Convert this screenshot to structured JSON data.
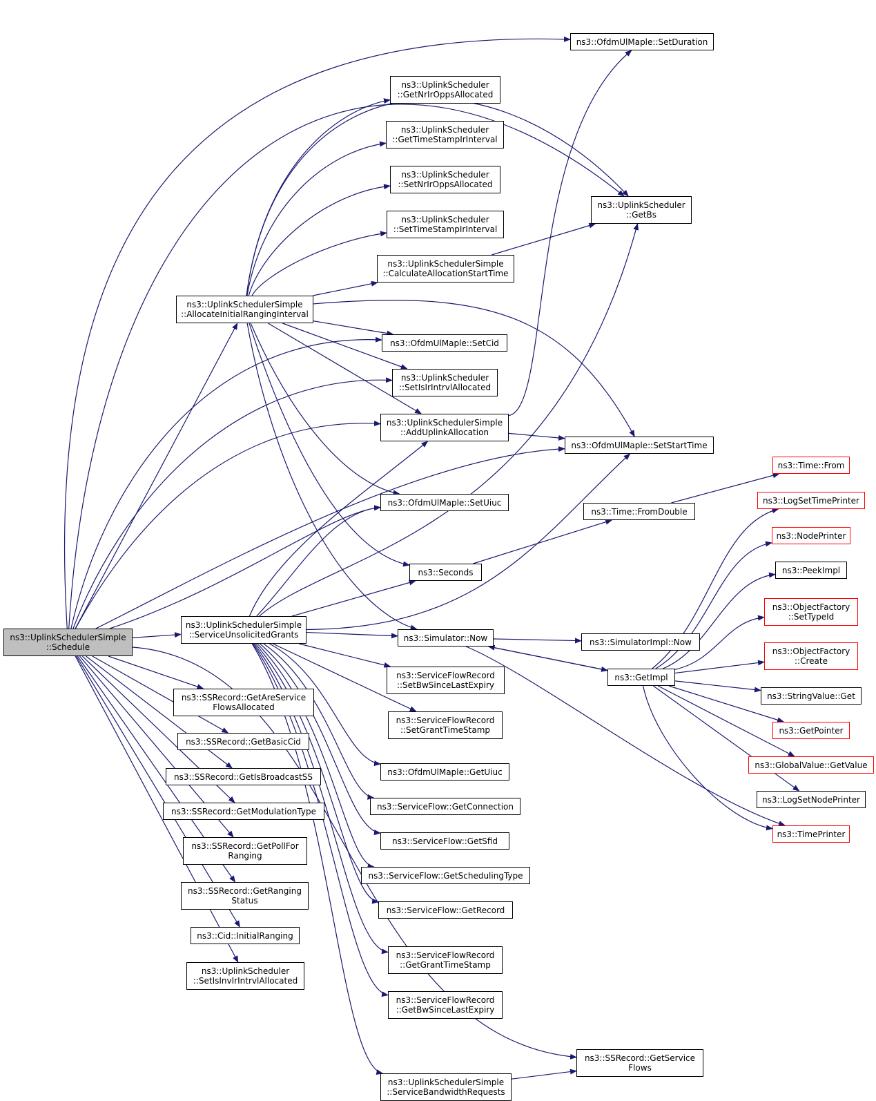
{
  "nodes": {
    "schedule": [
      "ns3::UplinkSchedulerSimple",
      "::Schedule"
    ],
    "allocateInitial": [
      "ns3::UplinkSchedulerSimple",
      "::AllocateInitialRangingInterval"
    ],
    "serviceUnsolicited": [
      "ns3::UplinkSchedulerSimple",
      "::ServiceUnsolicitedGrants"
    ],
    "getAreServiceFlows": [
      "ns3::SSRecord::GetAreService",
      "FlowsAllocated"
    ],
    "getBasicCid": [
      "ns3::SSRecord::GetBasicCid"
    ],
    "getIsBroadcastSS": [
      "ns3::SSRecord::GetIsBroadcastSS"
    ],
    "getModulationType": [
      "ns3::SSRecord::GetModulationType"
    ],
    "getPollForRanging": [
      "ns3::SSRecord::GetPollFor",
      "Ranging"
    ],
    "getRangingStatus": [
      "ns3::SSRecord::GetRanging",
      "Status"
    ],
    "initialRanging": [
      "ns3::Cid::InitialRanging"
    ],
    "setIsInvIrIntrvl": [
      "ns3::UplinkScheduler",
      "::SetIsInvIrIntrvlAllocated"
    ],
    "getNrIrOpps": [
      "ns3::UplinkScheduler",
      "::GetNrIrOppsAllocated"
    ],
    "getTimeStampIr": [
      "ns3::UplinkScheduler",
      "::GetTimeStampIrInterval"
    ],
    "setNrIrOpps": [
      "ns3::UplinkScheduler",
      "::SetNrIrOppsAllocated"
    ],
    "setTimeStampIr": [
      "ns3::UplinkScheduler",
      "::SetTimeStampIrInterval"
    ],
    "calcAllocStart": [
      "ns3::UplinkSchedulerSimple",
      "::CalculateAllocationStartTime"
    ],
    "setCid": [
      "ns3::OfdmUlMaple::SetCid"
    ],
    "setIsIrIntrvl": [
      "ns3::UplinkScheduler",
      "::SetIsIrIntrvlAllocated"
    ],
    "addUplinkAlloc": [
      "ns3::UplinkSchedulerSimple",
      "::AddUplinkAllocation"
    ],
    "setUiuc": [
      "ns3::OfdmUlMaple::SetUiuc"
    ],
    "seconds": [
      "ns3::Seconds"
    ],
    "simNow": [
      "ns3::Simulator::Now"
    ],
    "setBwSince": [
      "ns3::ServiceFlowRecord",
      "::SetBwSinceLastExpiry"
    ],
    "setGrantTs": [
      "ns3::ServiceFlowRecord",
      "::SetGrantTimeStamp"
    ],
    "getUiuc": [
      "ns3::OfdmUlMaple::GetUiuc"
    ],
    "getConnection": [
      "ns3::ServiceFlow::GetConnection"
    ],
    "getSfid": [
      "ns3::ServiceFlow::GetSfid"
    ],
    "getSchedType": [
      "ns3::ServiceFlow::GetSchedulingType"
    ],
    "getRecord": [
      "ns3::ServiceFlow::GetRecord"
    ],
    "getGrantTs": [
      "ns3::ServiceFlowRecord",
      "::GetGrantTimeStamp"
    ],
    "getBwSince": [
      "ns3::ServiceFlowRecord",
      "::GetBwSinceLastExpiry"
    ],
    "serviceBwReq": [
      "ns3::UplinkSchedulerSimple",
      "::ServiceBandwidthRequests"
    ],
    "setDuration": [
      "ns3::OfdmUlMaple::SetDuration"
    ],
    "getBs": [
      "ns3::UplinkScheduler",
      "::GetBs"
    ],
    "setStartTime": [
      "ns3::OfdmUlMaple::SetStartTime"
    ],
    "fromDouble": [
      "ns3::Time::FromDouble"
    ],
    "simImplNow": [
      "ns3::SimulatorImpl::Now"
    ],
    "getImpl": [
      "ns3::GetImpl"
    ],
    "getServiceFlows": [
      "ns3::SSRecord::GetService",
      "Flows"
    ],
    "timeFrom": [
      "ns3::Time::From"
    ],
    "logSetTimePrinter": [
      "ns3::LogSetTimePrinter"
    ],
    "nodePrinter": [
      "ns3::NodePrinter"
    ],
    "peekImpl": [
      "ns3::PeekImpl"
    ],
    "objFactorySetTypeId": [
      "ns3::ObjectFactory",
      "::SetTypeId"
    ],
    "objFactoryCreate": [
      "ns3::ObjectFactory",
      "::Create"
    ],
    "stringValueGet": [
      "ns3::StringValue::Get"
    ],
    "getPointer": [
      "ns3::GetPointer"
    ],
    "globalValueGetValue": [
      "ns3::GlobalValue::GetValue"
    ],
    "logSetNodePrinter": [
      "ns3::LogSetNodePrinter"
    ],
    "timePrinter": [
      "ns3::TimePrinter"
    ]
  },
  "colors": {
    "edge": "#191970",
    "border": "#000000",
    "truncated_border": "#ff0000",
    "root_fill": "#bfbfbf"
  }
}
